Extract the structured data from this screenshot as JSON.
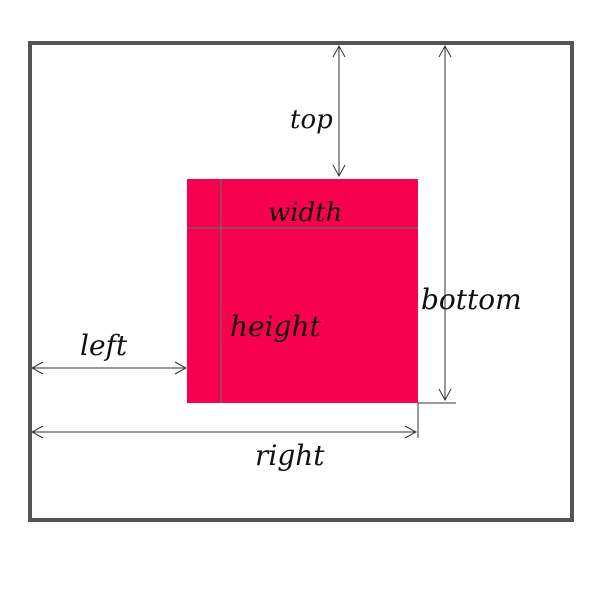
{
  "labels": {
    "top": "top",
    "width": "width",
    "bottom": "bottom",
    "height": "height",
    "left": "left",
    "right": "right"
  },
  "colors": {
    "container_border": "#555555",
    "box_fill": "#f80050",
    "guide_line": "#6a6a6a",
    "arrow": "#333333",
    "text": "#111111"
  }
}
